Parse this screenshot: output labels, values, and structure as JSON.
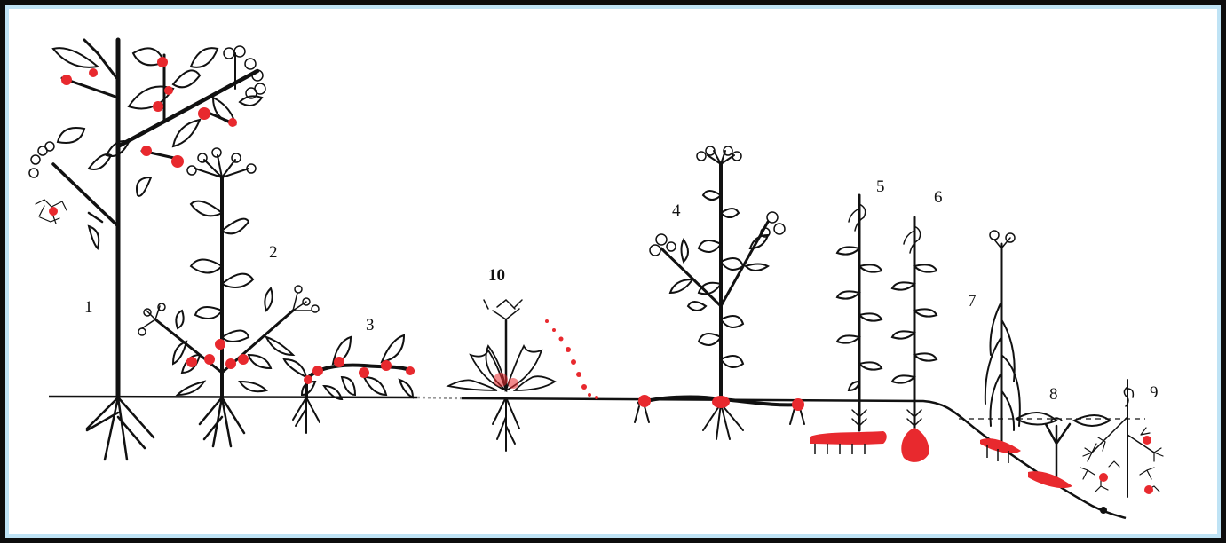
{
  "figure": {
    "labels": [
      "1",
      "2",
      "3",
      "4",
      "5",
      "6",
      "7",
      "8",
      "9",
      "10"
    ],
    "colors": {
      "ink": "#111111",
      "bud": "#e8292e",
      "frame_outer": "#0d0d0d",
      "frame_inner": "#bfe3f5",
      "background": "#ffffff"
    }
  }
}
